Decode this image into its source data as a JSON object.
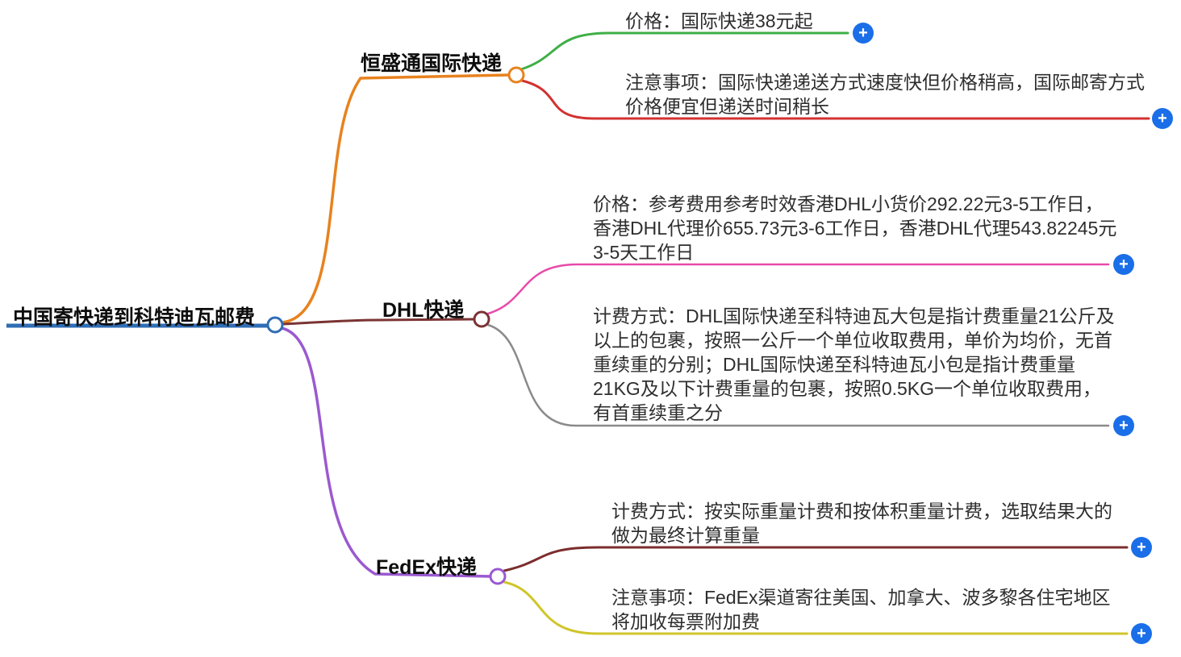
{
  "root": {
    "label": "中国寄快递到科特迪瓦邮费"
  },
  "branches": [
    {
      "label": "恒盛通国际快递",
      "children": [
        {
          "label": "价格：国际快递38元起"
        },
        {
          "label": "注意事项：国际快递递送方式速度快但价格稍高，国际邮寄方式价格便宜但递送时间稍长"
        }
      ]
    },
    {
      "label": "DHL快递",
      "children": [
        {
          "label": "价格：参考费用参考时效香港DHL小货价292.22元3-5工作日，香港DHL代理价655.73元3-6工作日，香港DHL代理543.82245元3-5天工作日"
        },
        {
          "label": "计费方式：DHL国际快递至科特迪瓦大包是指计费重量21公斤及以上的包裹，按照一公斤一个单位收取费用，单价为均价，无首重续重的分别；DHL国际快递至科特迪瓦小包是指计费重量21KG及以下计费重量的包裹，按照0.5KG一个单位收取费用，有首重续重之分"
        }
      ]
    },
    {
      "label": "FedEx快递",
      "children": [
        {
          "label": "计费方式：按实际重量计费和按体积重量计费，选取结果大的做为最终计算重量"
        },
        {
          "label": "注意事项：FedEx渠道寄往美国、加拿大、波多黎各住宅地区将加收每票附加费"
        }
      ]
    }
  ],
  "icons": {
    "expand": "+"
  },
  "colors": {
    "root_line": "#2f6db5",
    "branch_hengshengtong": "#e8821e",
    "hengshengtong_price_line": "#3faf46",
    "hengshengtong_note_line": "#d23230",
    "branch_dhl": "#7b3333",
    "dhl_price_line": "#e84aaa",
    "dhl_billing_line": "#8a8a8a",
    "branch_fedex": "#9b59d0",
    "fedex_billing_line": "#7b2d2d",
    "fedex_note_line": "#cfc52a",
    "expand_button": "#1a6ee8"
  }
}
